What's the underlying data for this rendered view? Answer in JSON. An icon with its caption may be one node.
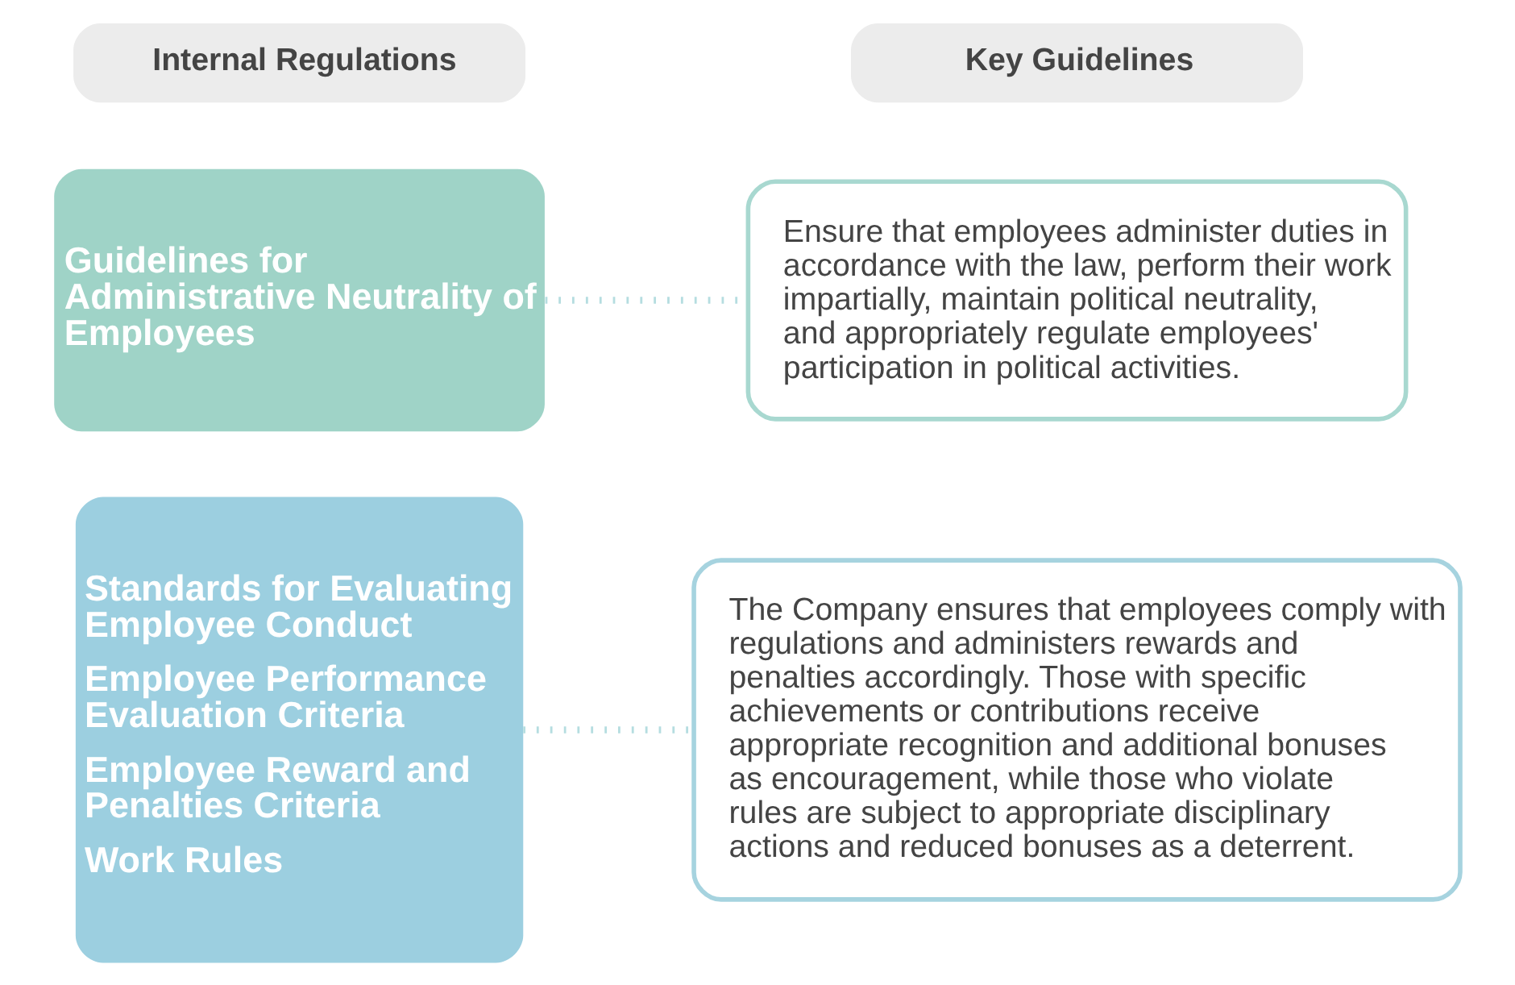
{
  "diagram": {
    "nodes": [
      {
        "text": [
          "Internal Regulations"
        ]
      },
      {
        "text": [
          "Key Guidelines"
        ]
      },
      {
        "text": [
          "Guidelines for Administrative Neutrality of Employees"
        ]
      },
      {
        "text": [
          "Ensure that employees administer duties in accordance with the law, perform their work impartially, maintain political neutrality, and appropriately regulate employees' participation in political activities."
        ]
      },
      {
        "text": [
          "Standards for Evaluating Employee Conduct",
          "Employee Performance Evaluation Criteria",
          "Employee Reward and Penalties Criteria",
          "Work Rules"
        ]
      },
      {
        "text": [
          "The Company ensures that employees comply with regulations and administers rewards and penalties accordingly. Those with specific achievements or contributions receive appropriate recognition and additional bonuses as encouragement, while those who violate rules are subject to appropriate disciplinary actions and reduced bonuses as a deterrent."
        ]
      }
    ],
    "edges": [
      {
        "from": 2,
        "to": 3,
        "arrow": "none",
        "style": "dashed"
      },
      {
        "from": 4,
        "to": 5,
        "arrow": "none",
        "style": "dashed"
      }
    ]
  }
}
